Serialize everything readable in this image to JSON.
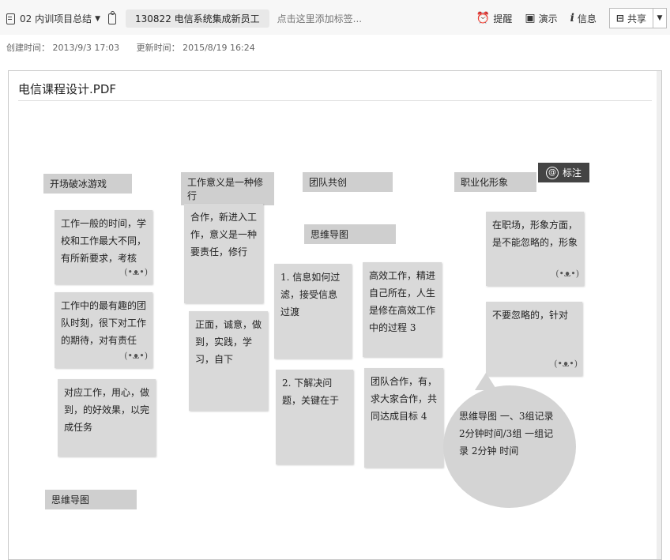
{
  "toolbar": {
    "notebook": "02 内训项目总结",
    "note_title": "130822 电信系统集成新员工",
    "add_tag": "点击这里添加标签...",
    "remind": "提醒",
    "present": "演示",
    "info": "信息",
    "share": "共享"
  },
  "meta": {
    "created": "创建时间： 2013/9/3 17:03",
    "updated": "更新时间： 2015/8/19 16:24"
  },
  "document": {
    "title": "电信课程设计.PDF",
    "annotate": "标注"
  },
  "board": {
    "labels": [
      "开场破冰游戏",
      "工作意义是一种修行",
      "团队共创",
      "职业化形象",
      "思维导图",
      "思维导图"
    ],
    "notes": [
      "工作一般的时间，学校和工作最大不同，有所新要求，考核",
      "工作中的最有趣的团队时刻，很下对工作的期待，对有责任",
      "对应工作，用心，做到，的好效果，以完成任务",
      "合作，新进入工作，意义是一种要责任，修行",
      "正面，诚意，做到，实践，学习，自下",
      "1. 信息如何过滤，接受信息过渡",
      "2. 下解决问题，关键在于",
      "高效工作，精进自己所在，人生是修在高效工作中的过程 3",
      "团队合作，有，求大家合作，共同达成目标 4",
      "在职场，形象方面，是不能忽略的，形象",
      "不要忽略的，针对"
    ],
    "bubble": "思维导图 一、3组记录 2分钟时间/3组 一组记录 2分钟 时间"
  }
}
